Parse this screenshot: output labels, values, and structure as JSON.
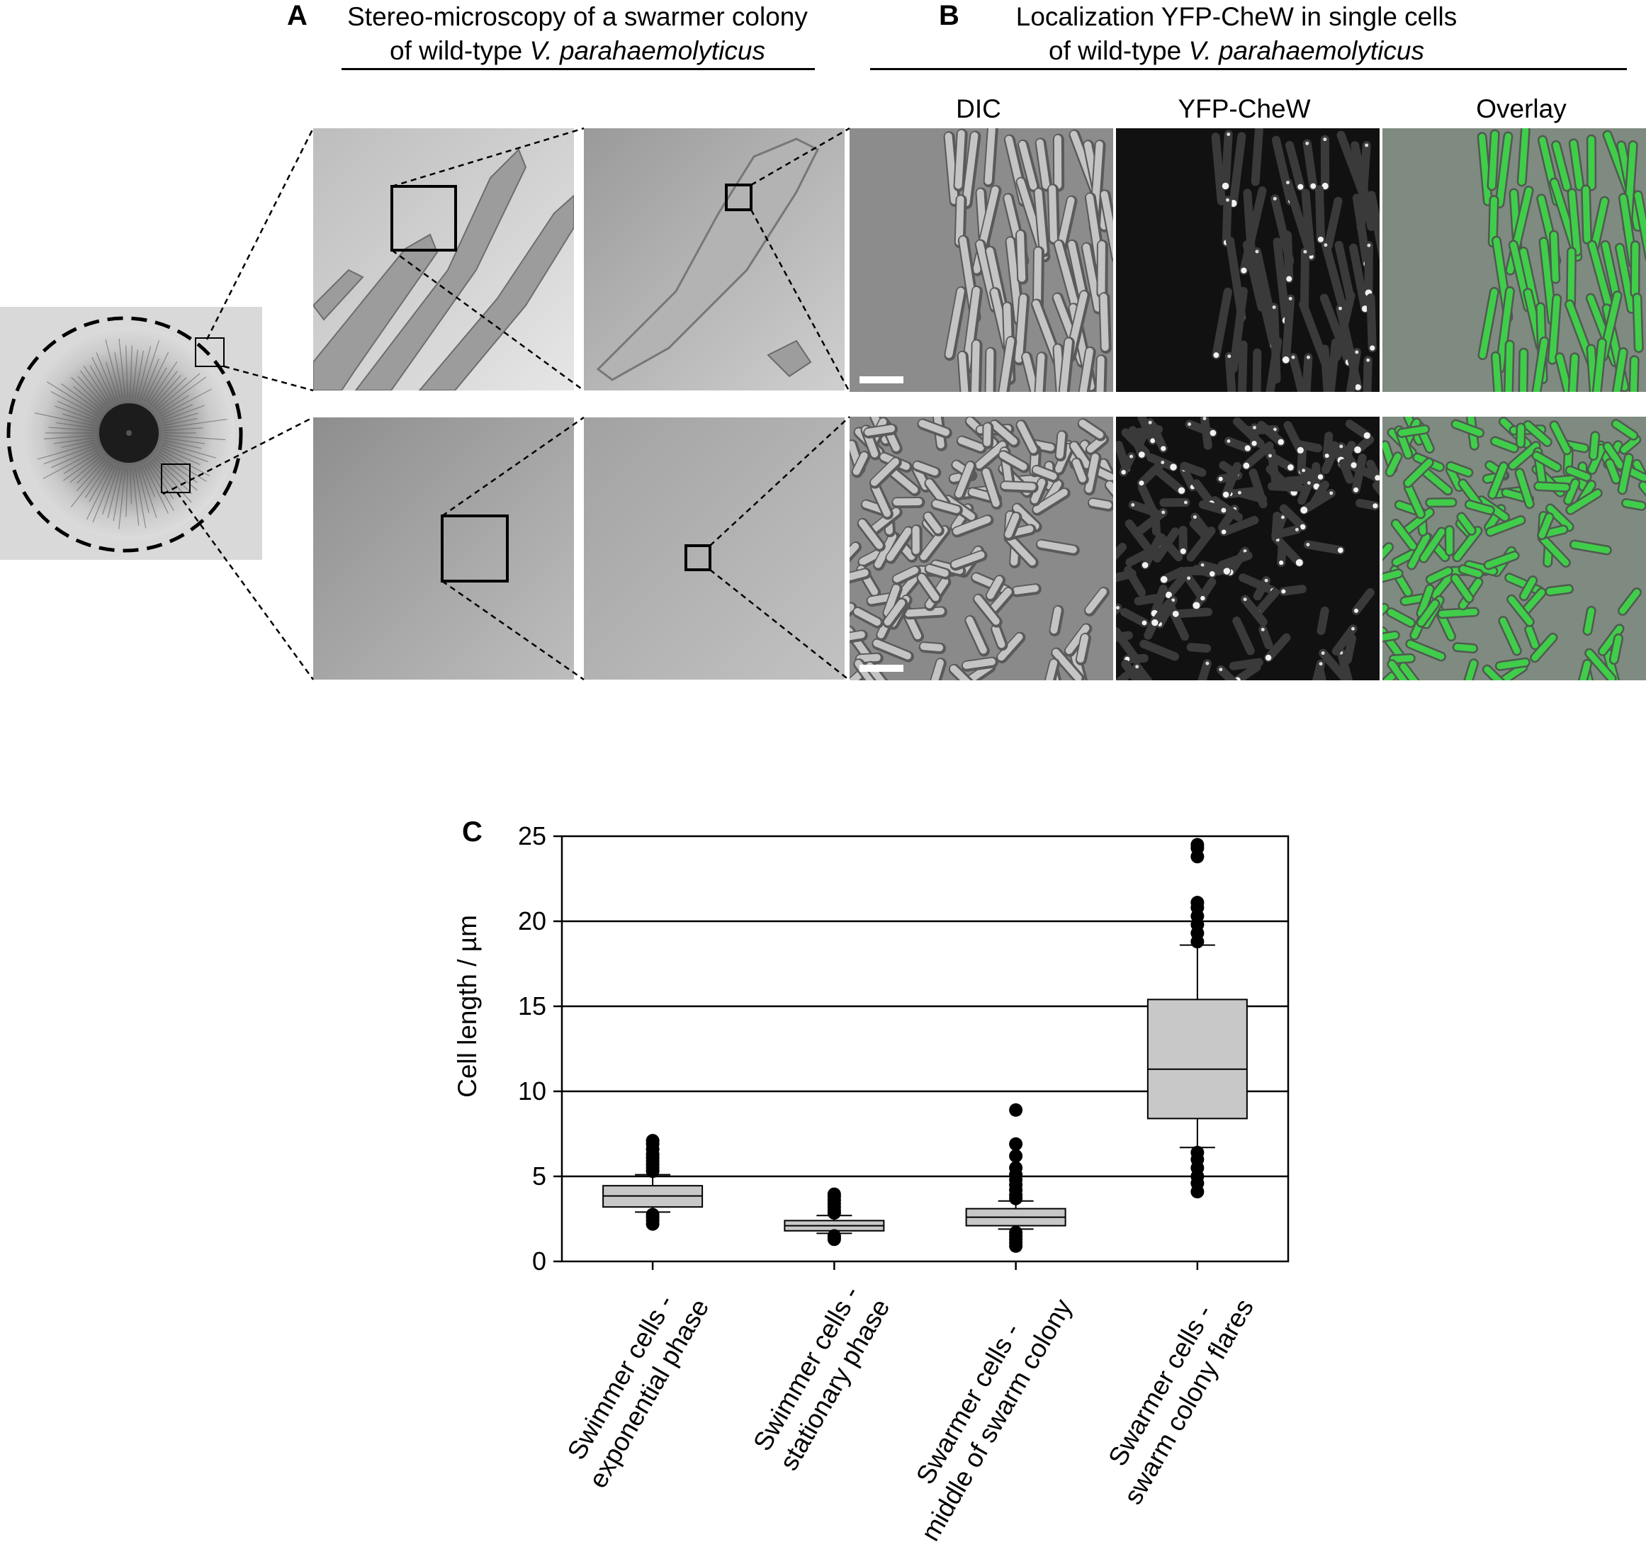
{
  "panel_a": {
    "letter": "A",
    "title_line1": "Stereo-microscopy of a swarmer colony",
    "title_line2_prefix": "of wild-type ",
    "title_line2_italic": "V. parahaemolyticus"
  },
  "panel_b": {
    "letter": "B",
    "title_line1": "Localization YFP-CheW in single cells",
    "title_line2_prefix": "of wild-type ",
    "title_line2_italic": "V. parahaemolyticus",
    "columns": [
      "DIC",
      "YFP-CheW",
      "Overlay"
    ]
  },
  "panel_c": {
    "letter": "C"
  },
  "colors": {
    "overlay_green": "#3ee24a",
    "box_fill": "#c8c8c8",
    "dic_gray": "#8a8a8a"
  },
  "chart_data": {
    "type": "box",
    "ylabel": "Cell length / µm",
    "ylim": [
      0,
      25
    ],
    "yticks": [
      0,
      5,
      10,
      15,
      20,
      25
    ],
    "grid": "horizontal",
    "categories": [
      "Swimmer cells -\nexponential phase",
      "Swimmer cells -\nstationary phase",
      "Swarmer cells -\nmiddle of swarm colony",
      "Swarmer cells -\nswarm colony flares"
    ],
    "boxes": [
      {
        "whisker_low": 2.9,
        "q1": 3.2,
        "median": 3.85,
        "q3": 4.45,
        "whisker_high": 5.1,
        "outliers": [
          2.2,
          2.4,
          2.6,
          2.75,
          5.3,
          5.5,
          5.7,
          5.9,
          6.1,
          6.3,
          6.6,
          6.9,
          7.1
        ]
      },
      {
        "whisker_low": 1.65,
        "q1": 1.8,
        "median": 2.1,
        "q3": 2.4,
        "whisker_high": 2.7,
        "outliers": [
          1.3,
          1.4,
          1.5,
          2.85,
          3.0,
          3.2,
          3.4,
          3.6,
          3.8,
          3.95
        ]
      },
      {
        "whisker_low": 1.9,
        "q1": 2.1,
        "median": 2.6,
        "q3": 3.1,
        "whisker_high": 3.55,
        "outliers": [
          0.9,
          1.1,
          1.3,
          1.5,
          1.7,
          3.7,
          3.9,
          4.2,
          4.5,
          4.8,
          5.1,
          5.5,
          6.2,
          6.9,
          8.9
        ]
      },
      {
        "whisker_low": 6.7,
        "q1": 8.4,
        "median": 11.3,
        "q3": 15.4,
        "whisker_high": 18.6,
        "outliers": [
          4.1,
          4.6,
          5.0,
          5.5,
          6.0,
          6.4,
          18.8,
          19.3,
          19.8,
          20.3,
          20.8,
          21.1,
          23.8,
          24.3,
          24.5
        ]
      }
    ]
  }
}
